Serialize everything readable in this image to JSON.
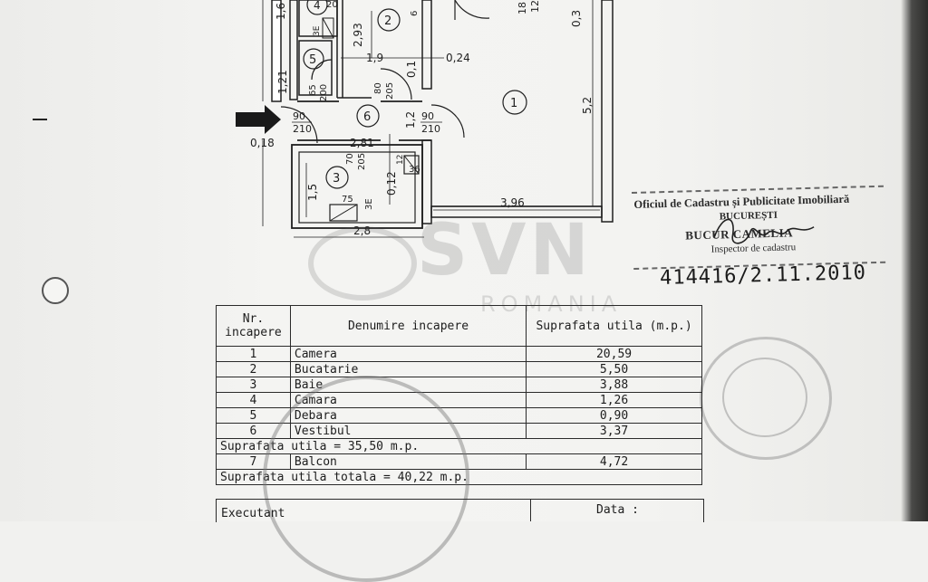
{
  "plan": {
    "dimensions": {
      "d_1_6": "1,6",
      "d_2_93": "2,93",
      "d_1_9": "1,9",
      "d_0_24": "0,24",
      "d_0_1": "0,1",
      "d_1_21": "1,21",
      "d_0_3": "0,3",
      "d_5_2": "5,2",
      "d_1_2": "1,2",
      "d_2_81": "2,81",
      "d_0_18": "0,18",
      "d_1_5": "1,5",
      "d_0_12": "0,12",
      "d_3_96": "3,96",
      "d_2_8": "2,8",
      "d_18_12": "18",
      "d_12": "12",
      "d_6": "6"
    },
    "doors": {
      "entry_w": "90",
      "entry_h": "210",
      "room1_w": "90",
      "room1_h": "210",
      "d5_w": "65",
      "d5_h": "200",
      "d2_w": "80",
      "d2_h": "205",
      "d3_w": "70",
      "d3_h": "205",
      "fix_75": "75",
      "fix_36": "36",
      "fix_3e": "3E",
      "fix_12": "12",
      "fix_20": "20",
      "fix_3e2": "3E"
    },
    "rooms": [
      "1",
      "2",
      "3",
      "4",
      "5",
      "6"
    ]
  },
  "watermark": {
    "brand": "SVN",
    "country": "ROMANIA"
  },
  "cadastru": {
    "office": "Oficiul de Cadastru și Publicitate Imobiliară",
    "city": "BUCUREȘTI",
    "name": "BUCUR CAMELIA",
    "role": "Inspector de cadastru",
    "reference": "414416/2.11.2010"
  },
  "table": {
    "headers": {
      "nr": "Nr. incapere",
      "name": "Denumire incapere",
      "area": "Suprafata utila (m.p.)"
    },
    "rows": [
      {
        "nr": "1",
        "name": "Camera",
        "area": "20,59"
      },
      {
        "nr": "2",
        "name": "Bucatarie",
        "area": "5,50"
      },
      {
        "nr": "3",
        "name": "Baie",
        "area": "3,88"
      },
      {
        "nr": "4",
        "name": "Camara",
        "area": "1,26"
      },
      {
        "nr": "5",
        "name": "Debara",
        "area": "0,90"
      },
      {
        "nr": "6",
        "name": "Vestibul",
        "area": "3,37"
      }
    ],
    "subtotal": "Suprafata utila = 35,50 m.p.",
    "balcony": {
      "nr": "7",
      "name": "Balcon",
      "area": "4,72"
    },
    "total": "Suprafata utila totala = 40,22 m.p."
  },
  "footer": {
    "executant": "Executant",
    "data": "Data :"
  }
}
